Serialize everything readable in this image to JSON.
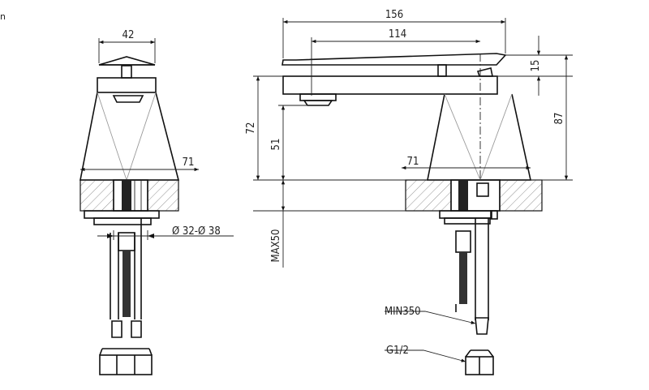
{
  "corner_text": "n",
  "dimensions": {
    "front_top_width": "42",
    "front_base_width": "71",
    "hole_diameter": "Ø 32-Ø 38",
    "side_total_length": "156",
    "side_spout_reach": "114",
    "side_lever_height": "15",
    "side_total_height": "87",
    "side_body_height": "72",
    "side_spout_height": "51",
    "side_base_width": "71",
    "max_deck_thickness": "MAX50",
    "min_hose_length": "MIN350",
    "connection_thread": "G1/2"
  }
}
